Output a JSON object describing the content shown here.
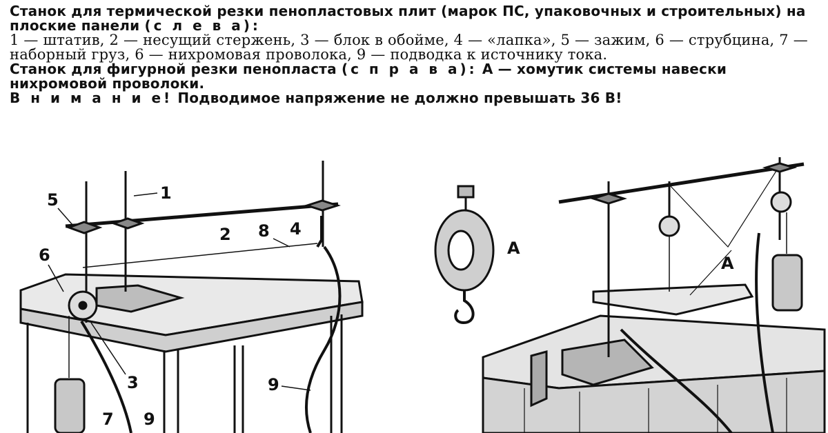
{
  "caption": {
    "title": "Станок для термической резки пенопластовых плит (марок ПС, упаковочных и строительных) на плоские панели",
    "title_side": "(с л е в а):",
    "legend": "1 — штатив, 2 — несущий стержень, 3 — блок в обойме, 4 — «лапка», 5 — зажим, 6 — струбцина, 7 — наборный груз, 6 — нихромовая проволока, 9 — подводка к источнику тока.",
    "second_title": "Станок для фигурной резки пенопласта",
    "second_side": "(с п р а в а):",
    "second_text": "А — хомутик системы навески нихромовой проволоки.",
    "warning_word": "В н и м а н и е!",
    "warning_text": "Подводимое напряжение не должно превышать 36 В!"
  },
  "labels": {
    "l1": "1",
    "l2": "2",
    "l3": "3",
    "l4": "4",
    "l5": "5",
    "l6": "6",
    "l7": "7",
    "l8": "8",
    "l9a": "9",
    "l9b": "9",
    "a1": "А",
    "a2": "А"
  }
}
